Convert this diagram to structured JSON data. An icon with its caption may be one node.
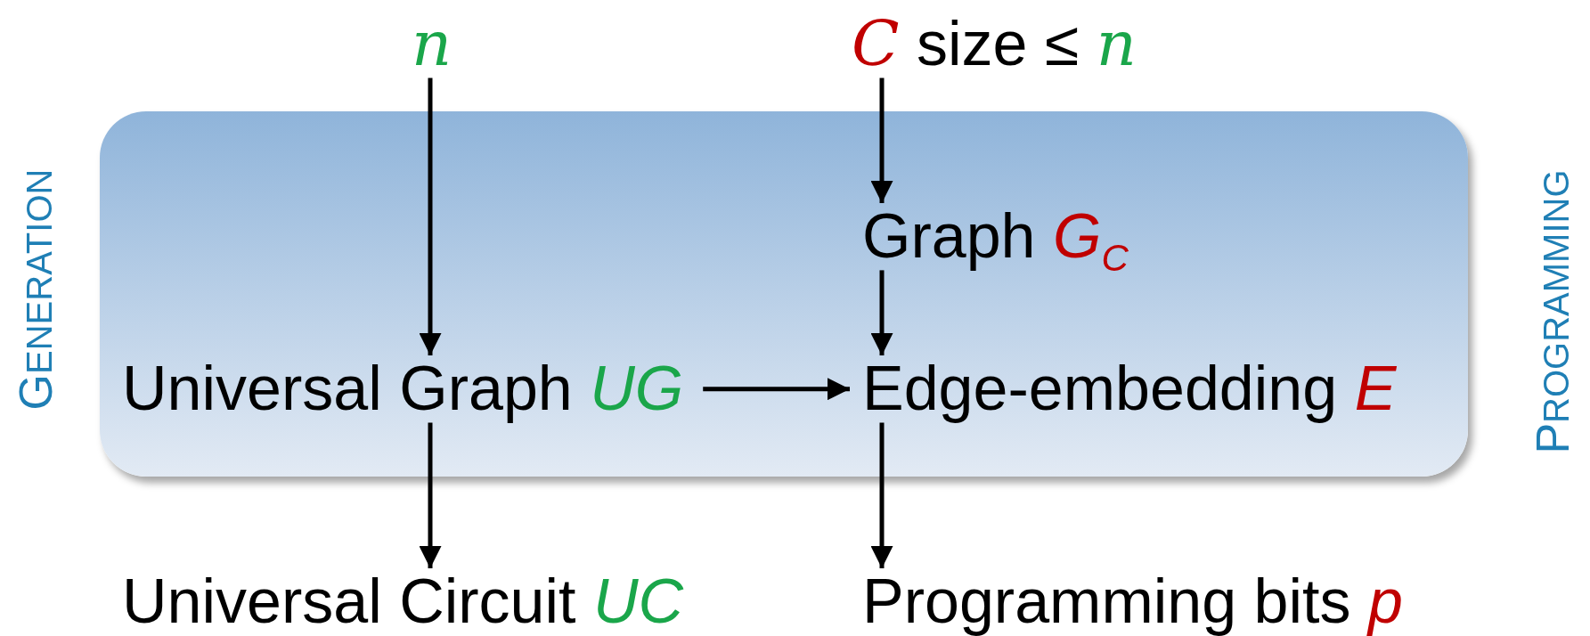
{
  "diagram": {
    "nodes": [
      {
        "text": [
          "*n*"
        ]
      },
      {
        "text": [
          "*C* size ≤ *n*"
        ]
      },
      {
        "text": [],
        "shape": "box"
      },
      {
        "text": [
          "Graph *G*$_{C}$"
        ],
        "in": 2
      },
      {
        "text": [
          "Universal Graph *UG*"
        ],
        "in": 2
      },
      {
        "text": [
          "Edge-embedding *E*"
        ],
        "in": 2
      },
      {
        "text": [
          "Universal Circuit *UC*"
        ]
      },
      {
        "text": [
          "Programming bits *p*"
        ]
      }
    ],
    "edges": [
      {
        "from": 0,
        "to": 4,
        "arrow": "to"
      },
      {
        "from": 1,
        "to": 3,
        "arrow": "to"
      },
      {
        "from": 3,
        "to": 5,
        "arrow": "to"
      },
      {
        "from": 4,
        "to": 5,
        "arrow": "to"
      },
      {
        "from": 4,
        "to": 6,
        "arrow": "to"
      },
      {
        "from": 5,
        "to": 7,
        "arrow": "to"
      }
    ],
    "labels": [
      "GENERATION",
      "PROGRAMMING"
    ]
  }
}
